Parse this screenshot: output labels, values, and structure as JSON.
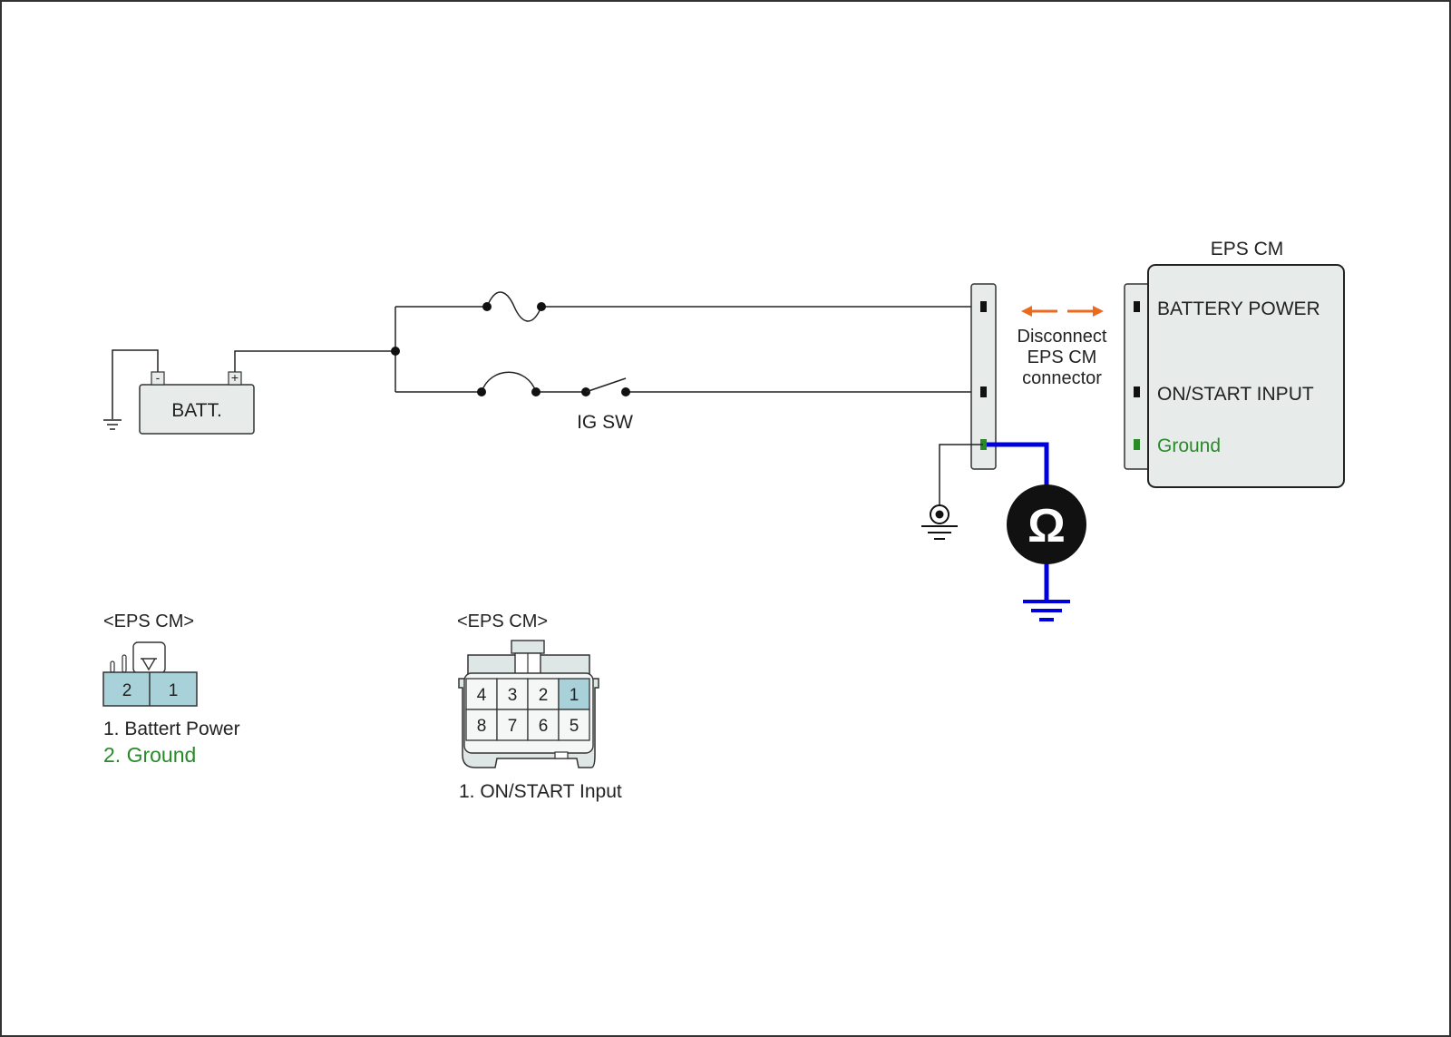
{
  "battery": {
    "label": "BATT.",
    "minus": "-",
    "plus": "+"
  },
  "ig_switch": {
    "label": "IG SW"
  },
  "disconnect_note": {
    "line1": "Disconnect",
    "line2": "EPS CM",
    "line3": "connector"
  },
  "eps_module": {
    "title": "EPS CM",
    "pins": {
      "battery_power": "BATTERY POWER",
      "on_start_input": "ON/START INPUT",
      "ground": "Ground"
    }
  },
  "connector_2pin": {
    "title": "<EPS CM>",
    "pin_a": "2",
    "pin_b": "1",
    "legend_1": "1. Battert Power",
    "legend_2": "2. Ground"
  },
  "connector_8pin": {
    "title": "<EPS CM>",
    "row_top": [
      "4",
      "3",
      "2",
      "1"
    ],
    "row_bottom": [
      "8",
      "7",
      "6",
      "5"
    ],
    "legend_1": "1. ON/START Input"
  },
  "meter": {
    "symbol": "Ω"
  },
  "colors": {
    "wire": "#222222",
    "meter_lead": "#0000dd",
    "arrow": "#ec6a1c",
    "ground_text": "#2a8a2a",
    "ground_terminal": "#2a8a2a",
    "module_fill": "#e7eceb",
    "pin_highlight": "#a9d1d9",
    "connector_fill": "#dfe6e6"
  }
}
